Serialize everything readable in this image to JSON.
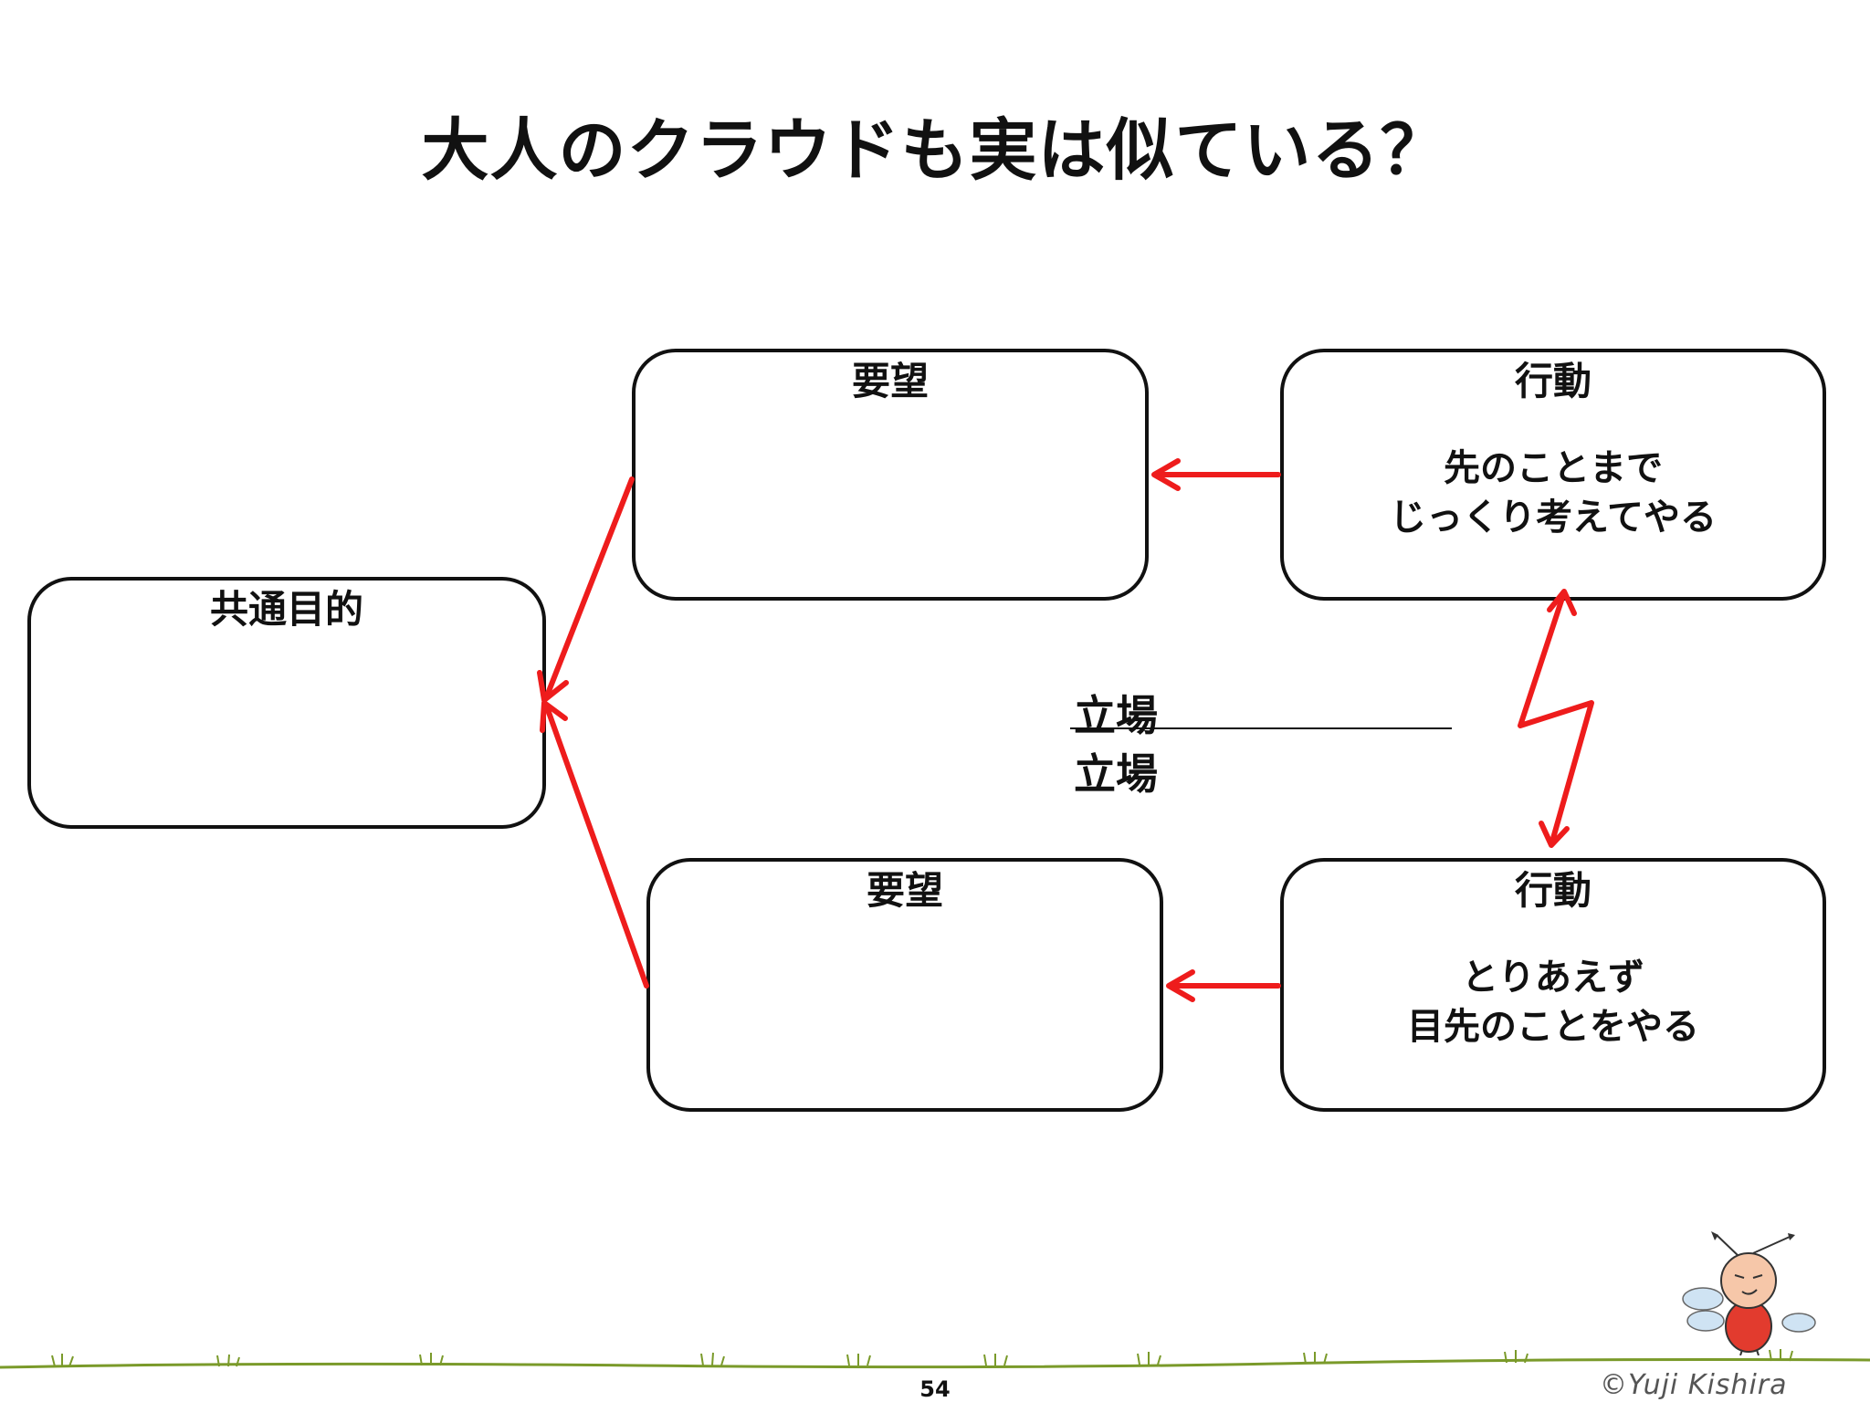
{
  "title": "大人のクラウドも実は似ている？",
  "common_goal": {
    "label": "共通目的"
  },
  "requests": [
    {
      "label": "要望"
    },
    {
      "label": "要望"
    }
  ],
  "actions": [
    {
      "label": "行動",
      "lines": [
        "先のことまで",
        "じっくり考えてやる"
      ]
    },
    {
      "label": "行動",
      "lines": [
        "とりあえず",
        "目先のことをやる"
      ]
    }
  ],
  "positions": {
    "top": "立場",
    "bottom": "立場"
  },
  "page_number": "54",
  "credit": "©Yuji Kishira",
  "colors": {
    "arrow": "#ee1c1c",
    "border": "#111111",
    "ground": "#7a9a2a"
  }
}
